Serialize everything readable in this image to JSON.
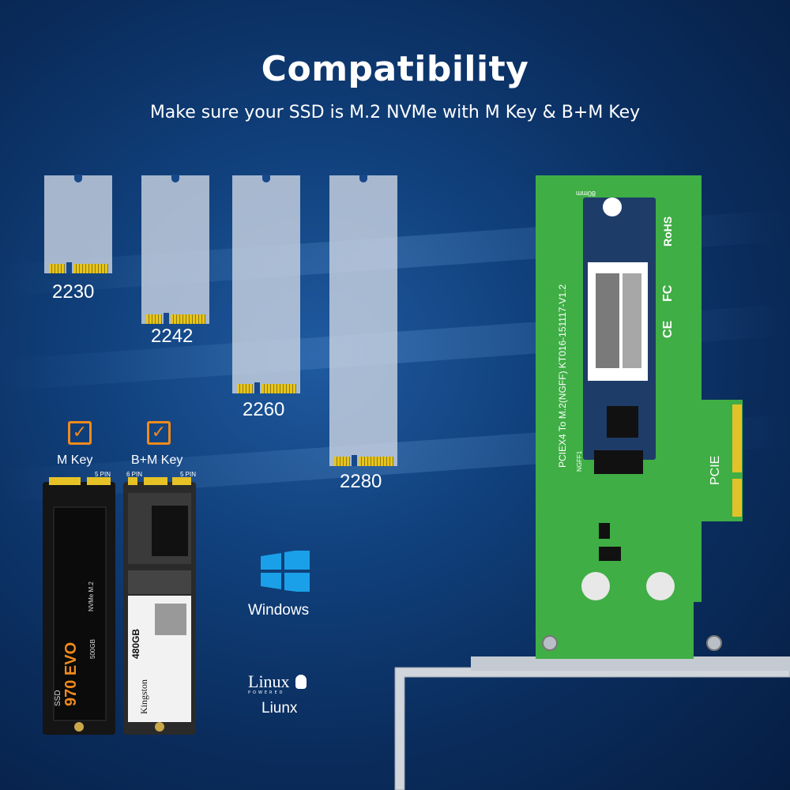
{
  "header": {
    "title": "Compatibility",
    "subtitle": "Make sure your SSD is M.2 NVMe with M Key & B+M Key"
  },
  "ssd_sizes": [
    "2230",
    "2242",
    "2260",
    "2280"
  ],
  "keys": {
    "m_key": {
      "label": "M Key",
      "pin_note": "5 PIN"
    },
    "bm_key": {
      "label": "B+M Key",
      "pin_note_left": "6 PIN",
      "pin_note_right": "5 PIN"
    }
  },
  "samsung_ssd": {
    "brand_small": "SSD",
    "model": "970 EVO",
    "sub": "NVMe M.2",
    "capacity": "500GB"
  },
  "kingston_ssd": {
    "brand": "Kingston",
    "capacity": "480GB"
  },
  "os": {
    "windows": "Windows",
    "linux_logo": "Linux",
    "linux_logo_sub": "POWERED",
    "linux_label": "Liunx"
  },
  "adapter": {
    "model_text": "PCIEX4 To M.2(NGFF)  KT016-151117-V1.2",
    "ngff": "NGFF1",
    "pcie": "PCIE",
    "length": "80mm",
    "rohs": "RoHS",
    "fc": "FC",
    "ce": "CE",
    "colors": {
      "pcb": "#3fae45",
      "gold": "#e2c22a"
    }
  },
  "colors": {
    "accent": "#f08a1c",
    "windows_blue": "#1aa0e8"
  }
}
